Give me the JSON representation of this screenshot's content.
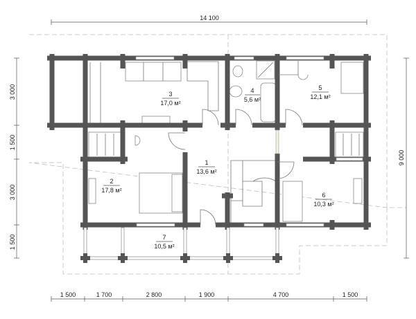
{
  "dimensions": {
    "overall_width": "14 100",
    "overall_depth": "9 000",
    "bottom": [
      "1 500",
      "1 700",
      "2 800",
      "1 900",
      "4 700",
      "1 500"
    ],
    "left": [
      "3 000",
      "1 500",
      "3 000",
      "1 500"
    ]
  },
  "rooms": [
    {
      "number": "1",
      "area": "13,6 м²"
    },
    {
      "number": "2",
      "area": "17,8 м²"
    },
    {
      "number": "3",
      "area": "17,0 м²"
    },
    {
      "number": "4",
      "area": "5,6 м²"
    },
    {
      "number": "5",
      "area": "12,1 м²"
    },
    {
      "number": "6",
      "area": "10,3 м²"
    },
    {
      "number": "7",
      "area": "10,5 м²"
    }
  ],
  "colors": {
    "wall": "#555555",
    "line": "#888888",
    "outline": "#bbbbbb"
  }
}
